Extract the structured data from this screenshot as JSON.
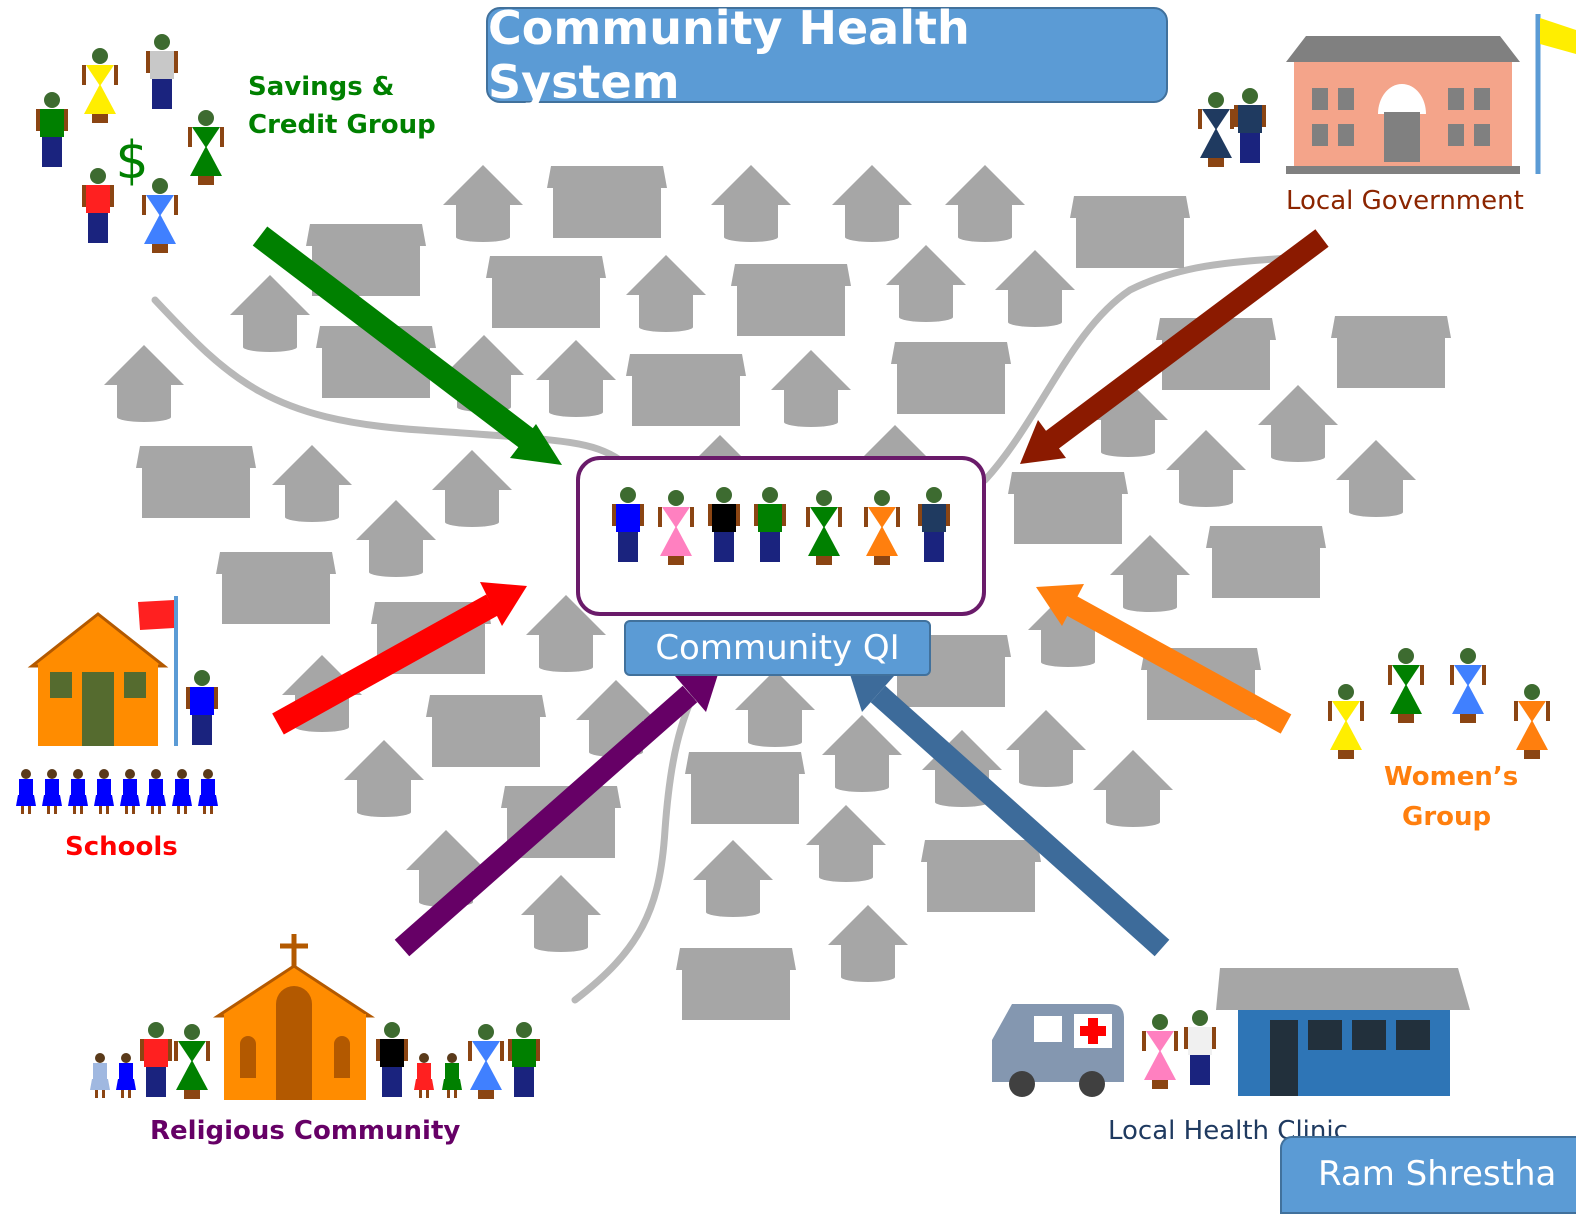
{
  "title": "Community Health System",
  "hub": {
    "label": "Community QI"
  },
  "author": "Ram Shrestha",
  "groups": {
    "savings_line1": "Savings &",
    "savings_line2": "Credit Group",
    "local_government": "Local Government",
    "schools": "Schools",
    "womens_line1": "Women’s",
    "womens_line2": "Group",
    "religious": "Religious Community",
    "clinic": "Local Health Clinic"
  },
  "colors": {
    "title_fill": "#5b9bd5",
    "savings_arrow": "#008000",
    "government_arrow": "#8b1a00",
    "schools_arrow": "#ff0000",
    "womens_arrow": "#ff7f0e",
    "religious_arrow": "#660066",
    "clinic_arrow": "#3d6b9a",
    "house": "#a6a6a6",
    "road": "#b8b8b8",
    "hub_border": "#6a1b6a"
  },
  "icons": [
    "person-icon",
    "house-icon",
    "school-icon",
    "church-icon",
    "clinic-icon",
    "ambulance-icon",
    "government-building-icon",
    "flag-icon",
    "dollar-icon",
    "cross-icon"
  ]
}
